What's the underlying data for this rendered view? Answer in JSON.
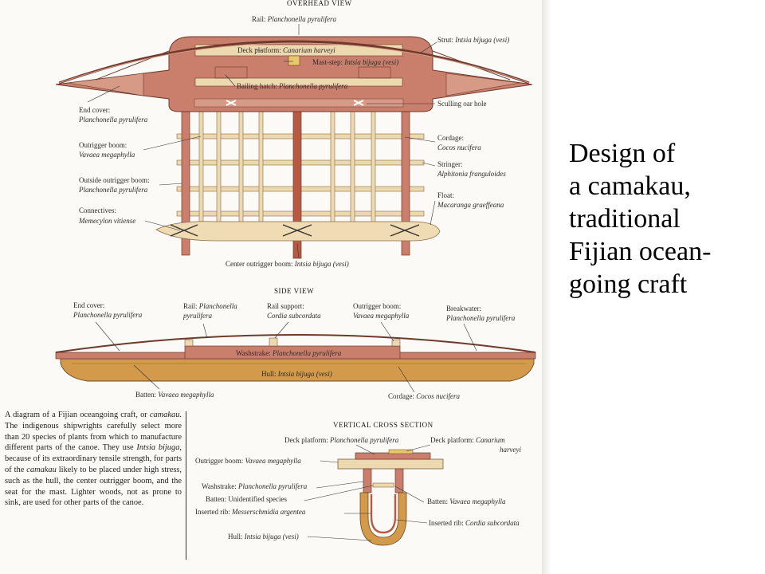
{
  "caption": {
    "lines": [
      "Design of",
      "a camakau,",
      "traditional",
      "Fijian ocean-",
      "going craft"
    ]
  },
  "overhead": {
    "heading": "OVERHEAD VIEW",
    "rail": {
      "part": "Rail:",
      "species": "Planchonella pyrulifera"
    },
    "deck": {
      "part": "Deck platform:",
      "species": "Canarium harveyi"
    },
    "mast_step": {
      "part": "Mast-step:",
      "species": "Intsia bijuga (vesi)"
    },
    "bailing": {
      "part": "Bailing hatch:",
      "species": "Planchonella pyrulifera"
    },
    "strut": {
      "part": "Strut:",
      "species": "Intsia bijuga (vesi)"
    },
    "end_cover": {
      "part": "End cover:",
      "species": "Planchonella pyrulifera"
    },
    "sculling": {
      "part": "Sculling oar hole",
      "species": ""
    },
    "outrigger_boom": {
      "part": "Outrigger boom:",
      "species": "Vavaea megaphylla"
    },
    "cordage": {
      "part": "Cordage:",
      "species": "Cocos nucifera"
    },
    "outside_boom": {
      "part": "Outside outrigger boom:",
      "species": "Planchonella pyrulifera"
    },
    "stringer": {
      "part": "Stringer:",
      "species": "Alphitonia franguloides"
    },
    "connectives": {
      "part": "Connectives:",
      "species": "Memecylon vitiense"
    },
    "float": {
      "part": "Float:",
      "species": "Macaranga graeffeana"
    },
    "center_boom": {
      "part": "Center outrigger boom:",
      "species": "Intsia bijuga (vesi)"
    }
  },
  "side": {
    "heading": "SIDE VIEW",
    "end_cover": {
      "part": "End cover:",
      "species": "Planchonella pyrulifera"
    },
    "rail": {
      "part": "Rail:",
      "species1": "Planchonella",
      "species2": "pyrulifera"
    },
    "rail_support": {
      "part": "Rail support:",
      "species": "Cordia subcordata"
    },
    "outrigger_boom": {
      "part": "Outrigger boom:",
      "species": "Vavaea megaphylla"
    },
    "breakwater": {
      "part": "Breakwater:",
      "species": "Planchonella pyrulifera"
    },
    "washstrake": {
      "part": "Washstrake:",
      "species": "Planchonella pyrulifera"
    },
    "hull": {
      "part": "Hull:",
      "species": "Intsia bijuga (vesi)"
    },
    "batten": {
      "part": "Batten:",
      "species": "Vavaea megaphylla"
    },
    "cordage": {
      "part": "Cordage:",
      "species": "Cocos nucifera"
    }
  },
  "cross": {
    "heading": "VERTICAL CROSS SECTION",
    "deck_left": {
      "part": "Deck platform:",
      "species": "Planchonella pyrulifera"
    },
    "deck_right": {
      "part": "Deck platform:",
      "species1": "Canarium",
      "species2": "harveyi"
    },
    "outrigger_boom": {
      "part": "Outrigger boom:",
      "species": "Vavaea megaphylla"
    },
    "washstrake": {
      "part": "Washstrake:",
      "species": "Planchonella pyrulifera"
    },
    "batten_left": {
      "part": "Batten: Unidentified species"
    },
    "inserted_rib_left": {
      "part": "Inserted rib:",
      "species": "Messerschmidia argentea"
    },
    "hull": {
      "part": "Hull:",
      "species": "Intsia bijuga (vesi)"
    },
    "batten_right": {
      "part": "Batten:",
      "species": "Vavaea megaphylla"
    },
    "inserted_rib_right": {
      "part": "Inserted rib:",
      "species": "Cordia subcordata"
    }
  },
  "notes": {
    "s1": "A diagram of a Fijian oceangoing craft, or ",
    "s1_em": "camakau",
    "s2": ". The indigenous shipwrights carefully select more than 20 species of plants from which to manufacture different parts of the canoe. They use ",
    "s2_em": "Intsia bijuga",
    "s3": ", because of its extraordinary tensile strength, for parts of the ",
    "s3_em": "camakau",
    "s4": " likely to be placed under high stress, such as the hull, the center outrigger boom, and the seat for the mast. Lighter woods, not as prone to sink, are used for other parts of the canoe."
  },
  "colors": {
    "planchonella": "#c97f6c",
    "vesi": "#b85a43",
    "hull": "#d29a4a",
    "light_wood": "#ecd9b0",
    "float": "#f0dcb4",
    "ink": "#2a2a2a"
  }
}
